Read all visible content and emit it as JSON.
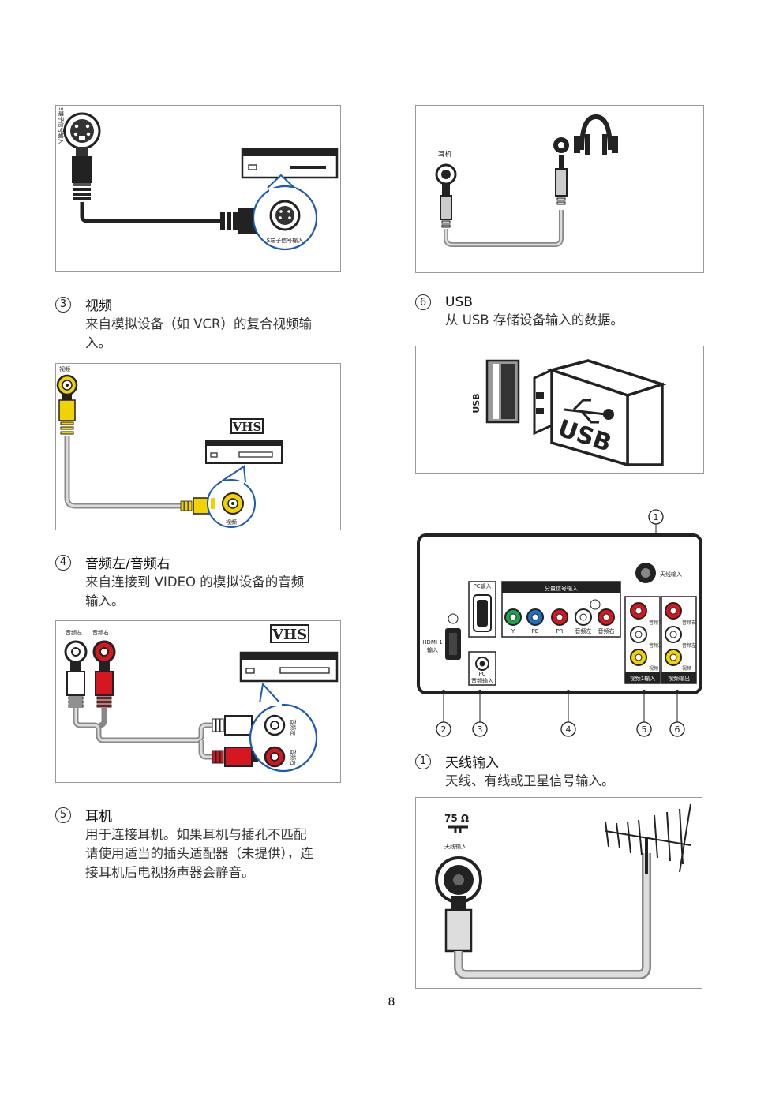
{
  "page_number": "8",
  "diagram_labels": {
    "svideo_vertical": "S端子信号输入",
    "svideo_callout": "S端子信号输入",
    "headphone": "耳机",
    "video_top": "视频",
    "video_callout": "视频",
    "vhs": "VHS",
    "usb_port": "USB",
    "usb_stick": "USB",
    "audio_l": "音频左",
    "audio_r": "音频右",
    "callout_audio_l": "音频左",
    "callout_audio_r": "音频右",
    "ohm": "75 Ω",
    "antenna_in": "天线输入"
  },
  "panel": {
    "antenna": "天线输入",
    "pc_in": "PC输入",
    "component": "分量信号输入",
    "comp_y": "Y",
    "comp_pb": "PB",
    "comp_pr": "PR",
    "comp_audio_l": "音频左",
    "comp_audio_r": "音频右",
    "hdmi": "HDMI 1",
    "hdmi_in": "输入",
    "pc": "PC",
    "pc_audio": "音频输入",
    "v1_audio_r": "音频右",
    "v1_audio_l": "音频左",
    "v1_video": "视频",
    "v1_label": "视频1输入",
    "vo_audio_r": "音频右",
    "vo_audio_l": "音频左",
    "vo_video": "视频",
    "vo_label": "视频输出",
    "callouts": [
      "1",
      "2",
      "3",
      "4",
      "5",
      "6"
    ]
  },
  "sections": {
    "s3": {
      "num": "3",
      "title": "视频",
      "desc": [
        "来自模拟设备（如 VCR）的复合视频输",
        "入。"
      ]
    },
    "s4": {
      "num": "4",
      "title": "音频左/音频右",
      "desc": [
        "来自连接到 VIDEO 的模拟设备的音频",
        "输入。"
      ]
    },
    "s5": {
      "num": "5",
      "title": "耳机",
      "desc": [
        "用于连接耳机。如果耳机与插孔不匹配",
        "请使用适当的插头适配器（未提供），连",
        "接耳机后电视扬声器会静音。"
      ]
    },
    "s6": {
      "num": "6",
      "title": "USB",
      "desc": [
        "从 USB 存储设备输入的数据。"
      ]
    },
    "s1": {
      "num": "1",
      "title": "天线输入",
      "desc": [
        "天线、有线或卫星信号输入。"
      ]
    }
  }
}
